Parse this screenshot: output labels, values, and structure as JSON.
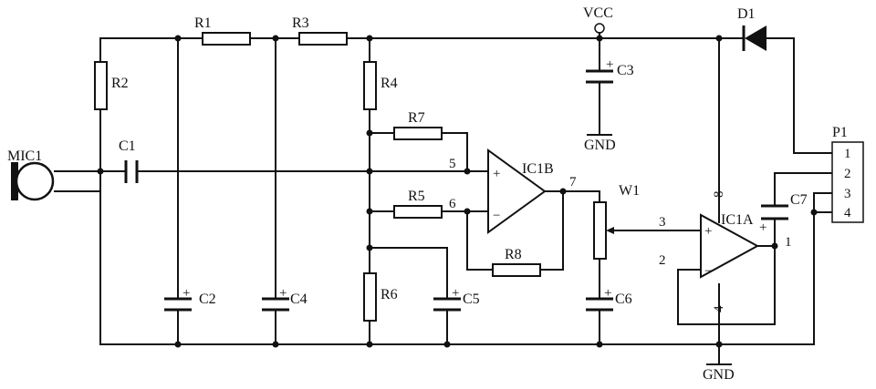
{
  "components": {
    "mic": "MIC1",
    "r1": "R1",
    "r2": "R2",
    "r3": "R3",
    "r4": "R4",
    "r5": "R5",
    "r6": "R6",
    "r7": "R7",
    "r8": "R8",
    "c1": "C1",
    "c2": "C2",
    "c3": "C3",
    "c4": "C4",
    "c5": "C5",
    "c6": "C6",
    "c7": "C7",
    "ic1b": "IC1B",
    "ic1a": "IC1A",
    "w1": "W1",
    "d1": "D1",
    "p1": "P1",
    "vcc": "VCC",
    "gnd_top": "GND",
    "gnd_bottom": "GND"
  },
  "polarity": {
    "plus": "+",
    "minus": "−"
  },
  "pins": {
    "ic1b_in_plus": "5",
    "ic1b_in_minus": "6",
    "ic1b_out": "7",
    "ic1a_in_plus": "3",
    "ic1a_in_minus": "2",
    "ic1a_out": "1",
    "ic1a_vcc": "8",
    "ic1a_gnd": "4",
    "p1": [
      "1",
      "2",
      "3",
      "4"
    ]
  }
}
